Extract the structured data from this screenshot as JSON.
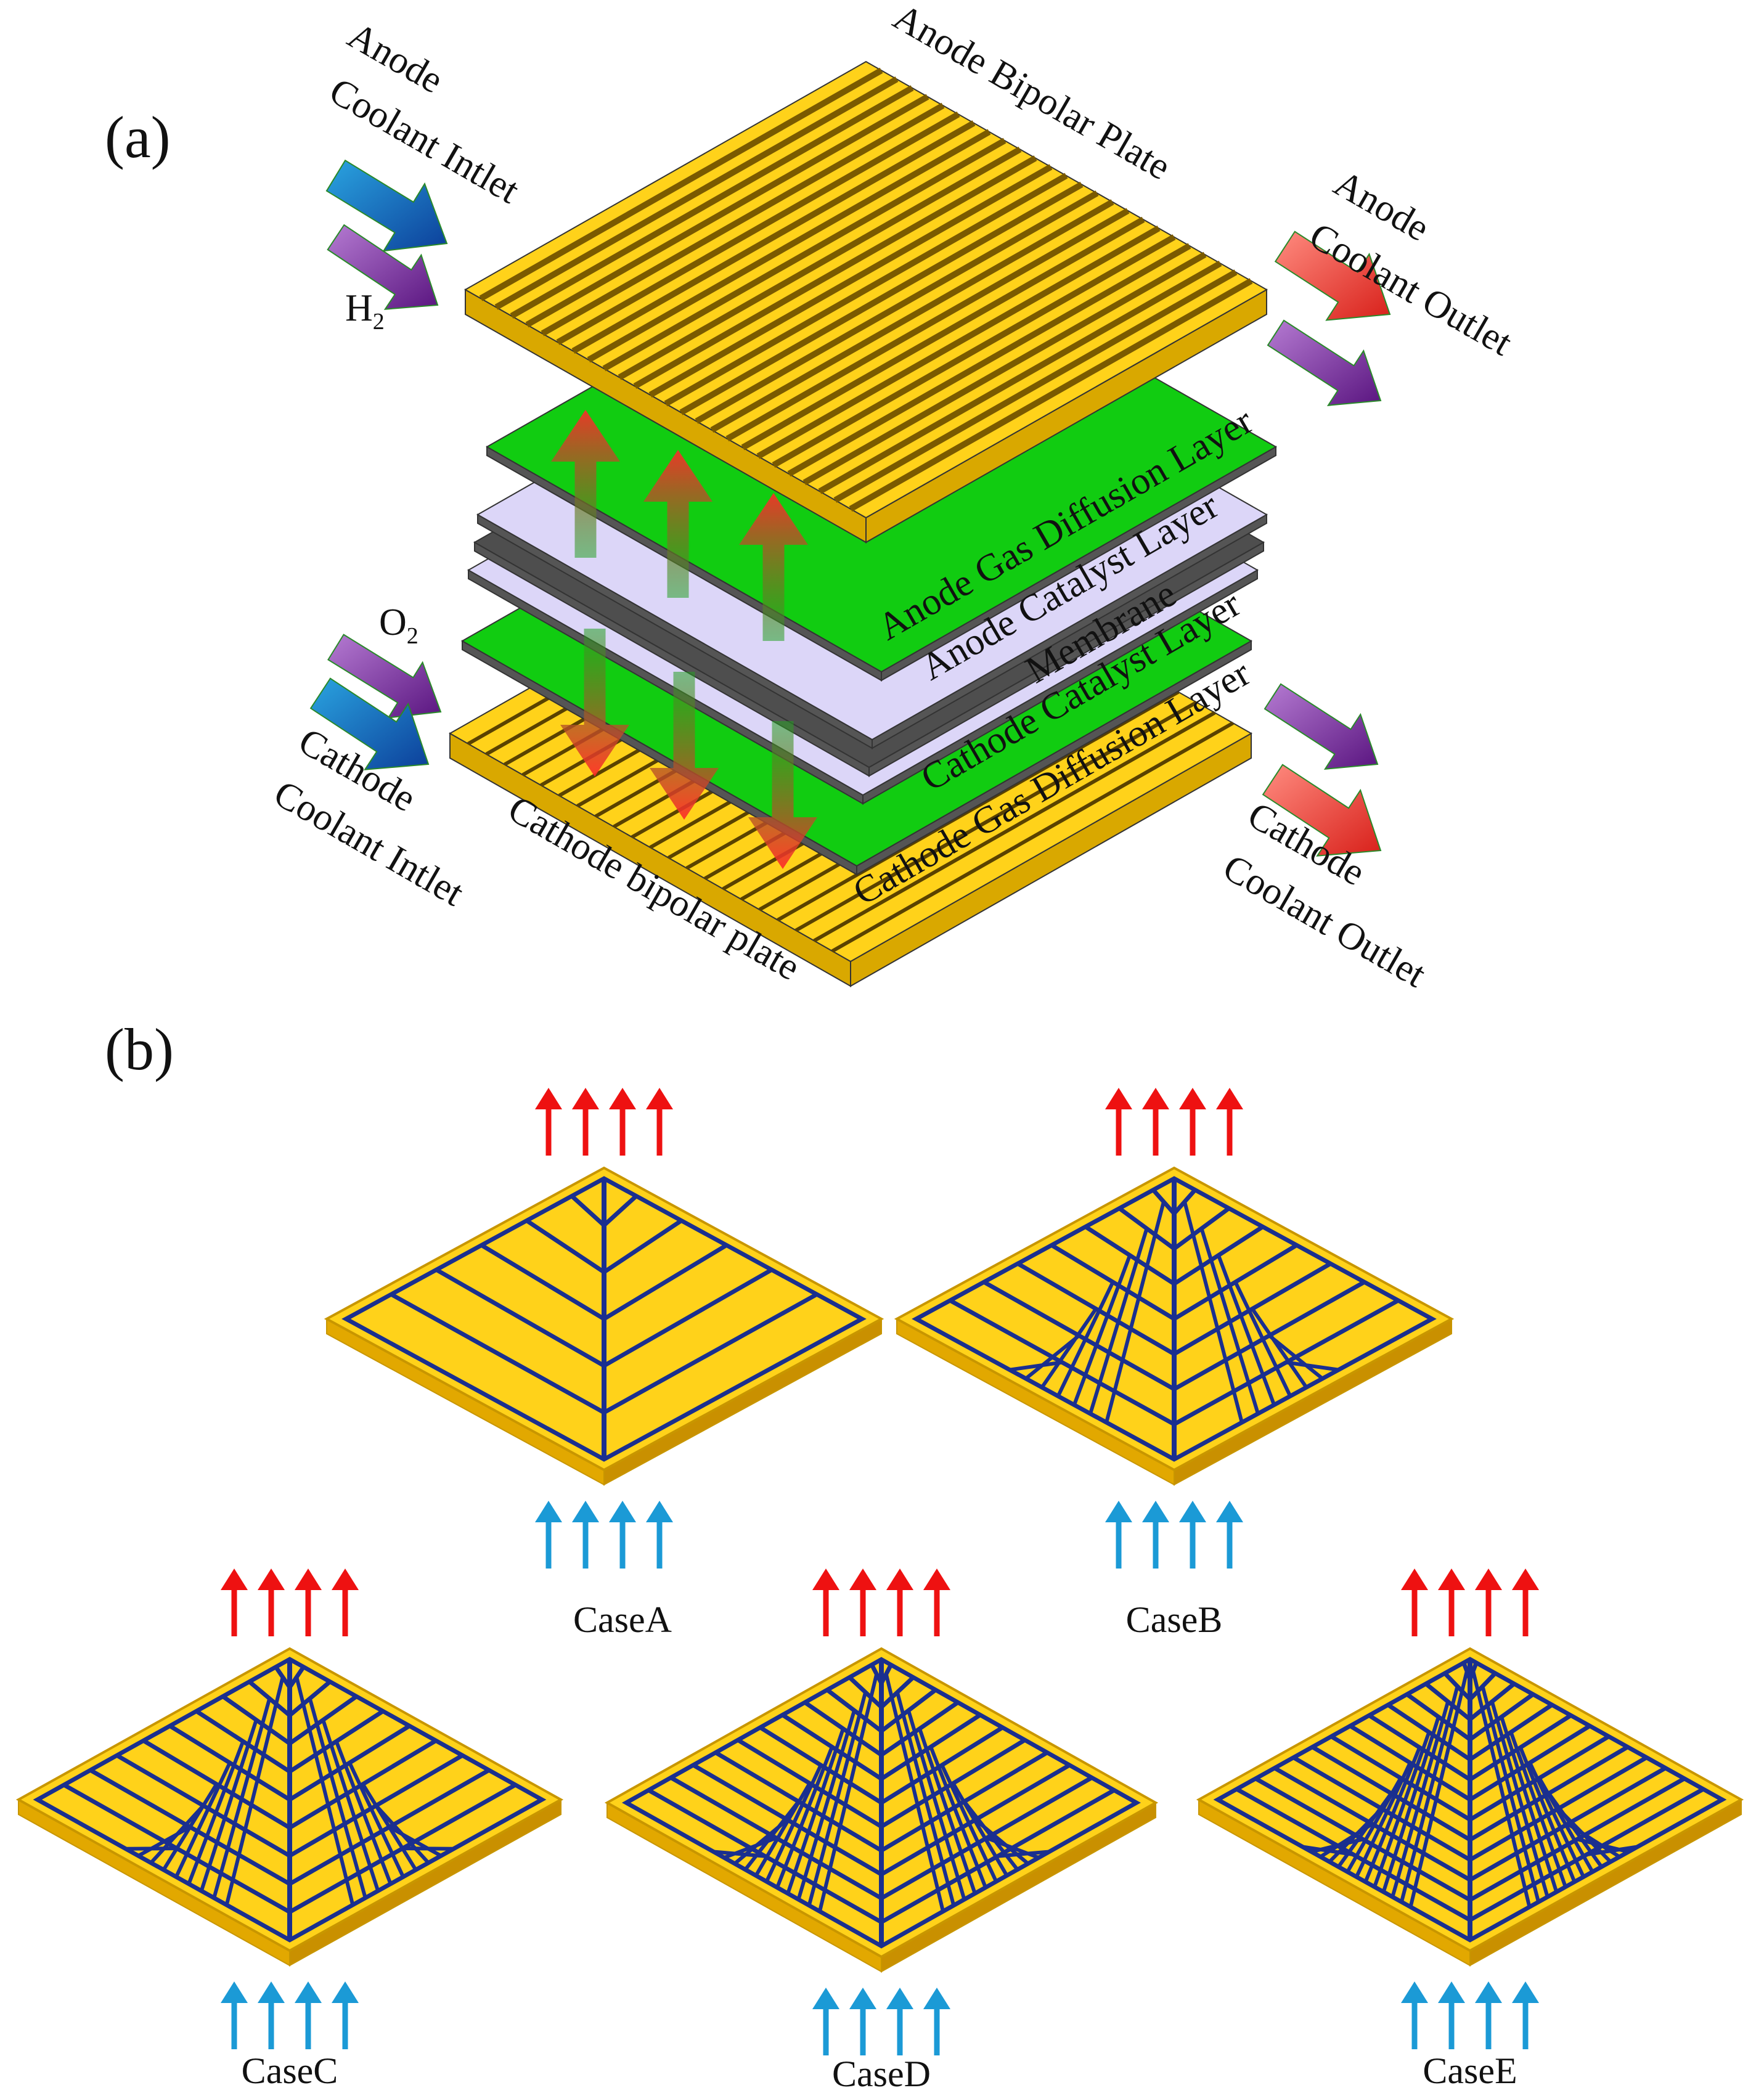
{
  "panels": {
    "a": "(a)",
    "b": "(b)"
  },
  "layers": [
    {
      "key": "anode-gdl",
      "label": "Anode Gas Diffusion Layer",
      "color": "#11cc11"
    },
    {
      "key": "anode-cl",
      "label": "Anode Catalyst Layer",
      "color": "#dcd6f8"
    },
    {
      "key": "membrane",
      "label": "Membrane",
      "color": "#4e4e4e"
    },
    {
      "key": "cathode-cl",
      "label": "Cathode Catalyst Layer",
      "color": "#dcd6f8"
    },
    {
      "key": "cathode-gdl",
      "label": "Cathode Gas Diffusion Layer",
      "color": "#11cc11"
    }
  ],
  "plates": {
    "anode": {
      "label": "Anode Bipolar Plate",
      "color": "#f2c200"
    },
    "cathode": {
      "label": "Cathode bipolar plate",
      "color": "#f2c200"
    }
  },
  "flows": {
    "anode_coolant_inlet": [
      "Anode",
      "Coolant Intlet"
    ],
    "anode_coolant_outlet": [
      "Anode",
      "Coolant Outlet"
    ],
    "cathode_coolant_inlet": [
      "Cathode",
      "Coolant Intlet"
    ],
    "cathode_coolant_outlet": [
      "Cathode",
      "Coolant Outlet"
    ],
    "h2": {
      "main": "H",
      "sub": "2"
    },
    "o2": {
      "main": "O",
      "sub": "2"
    }
  },
  "cases": [
    {
      "label": "CaseA",
      "levels": 1
    },
    {
      "label": "CaseB",
      "levels": 2
    },
    {
      "label": "CaseC",
      "levels": 3
    },
    {
      "label": "CaseD",
      "levels": 4
    },
    {
      "label": "CaseE",
      "levels": 5
    }
  ],
  "colors": {
    "plate_fill": "#ffd21a",
    "plate_edge": "#c89600",
    "channel": "#1a2f8f",
    "outlet_arrow": "#ee1111",
    "inlet_arrow": "#1b9ad6",
    "coolant_in": "#1a6fc4",
    "coolant_out": "#e84a3a",
    "gas": "#7a2a9c"
  }
}
